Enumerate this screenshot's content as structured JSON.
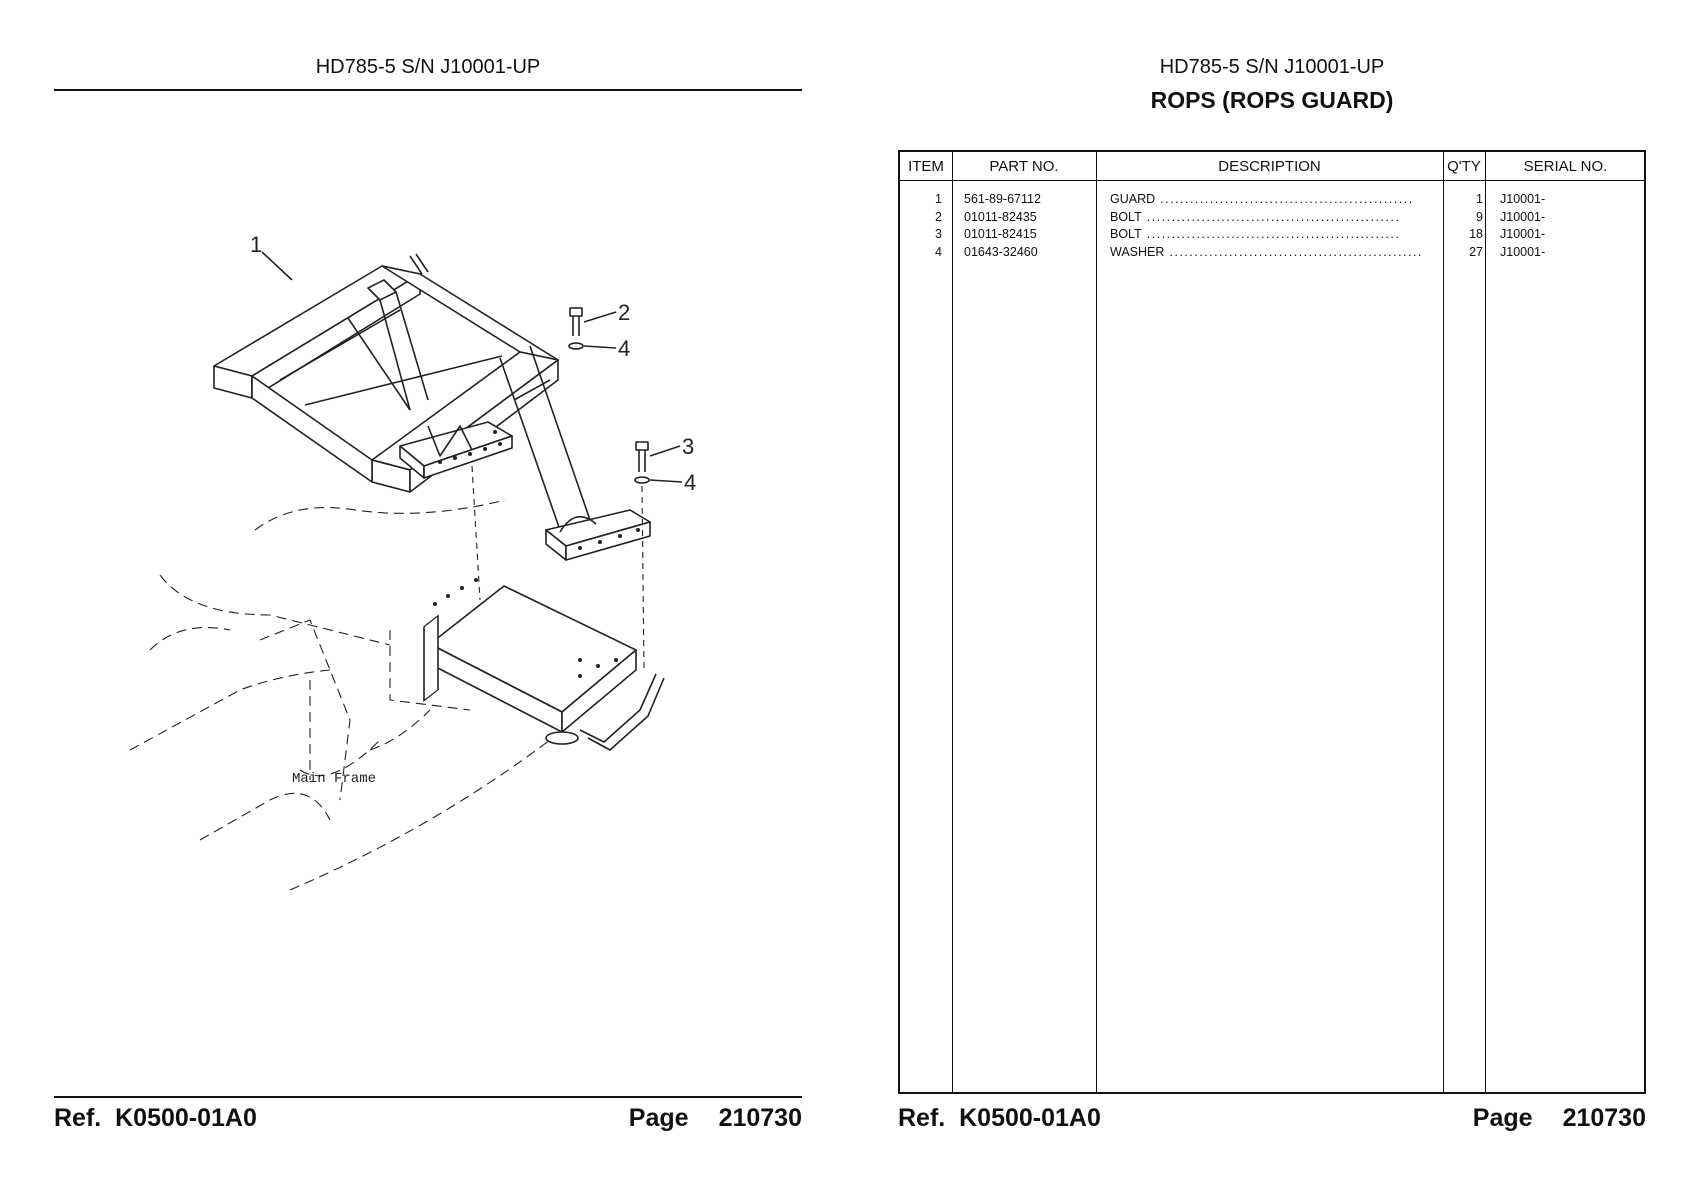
{
  "left_page": {
    "header": "HD785-5 S/N J10001-UP",
    "diagram": {
      "callouts": [
        "1",
        "2",
        "4",
        "3",
        "4"
      ],
      "frame_label": "Main Frame"
    },
    "footer": {
      "ref": "Ref.  K0500-01A0",
      "page_label": "Page",
      "page_number": "210730"
    }
  },
  "right_page": {
    "header": "HD785-5 S/N J10001-UP",
    "title": "ROPS (ROPS GUARD)",
    "table": {
      "columns": [
        "ITEM",
        "PART NO.",
        "DESCRIPTION",
        "Q'TY",
        "SERIAL NO."
      ],
      "rows": [
        {
          "item": "1",
          "part_no": "561-89-67112",
          "description": "GUARD",
          "qty": "1",
          "serial": "J10001-"
        },
        {
          "item": "2",
          "part_no": "01011-82435",
          "description": "BOLT",
          "qty": "9",
          "serial": "J10001-"
        },
        {
          "item": "3",
          "part_no": "01011-82415",
          "description": "BOLT",
          "qty": "18",
          "serial": "J10001-"
        },
        {
          "item": "4",
          "part_no": "01643-32460",
          "description": "WASHER",
          "qty": "27",
          "serial": "J10001-"
        }
      ]
    },
    "footer": {
      "ref": "Ref.  K0500-01A0",
      "page_label": "Page",
      "page_number": "210730"
    }
  }
}
